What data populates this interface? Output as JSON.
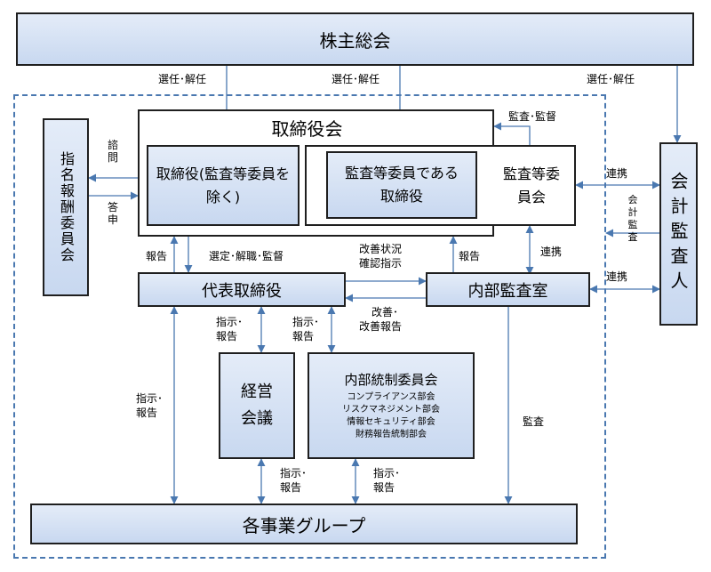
{
  "nodes": {
    "shareholders": "株主総会",
    "nomination": "指名報酬委員会",
    "board": "取締役会",
    "directors_excl": "取締役(監査等委員を除く)",
    "audit_directors": "監査等委員である取締役",
    "audit_committee": "監査等委員会",
    "auditor": "会計監査人",
    "president": "代表取締役",
    "internal_audit": "内部監査室",
    "mgmt_meeting": "経営会議",
    "internal_control": "内部統制委員会",
    "internal_control_subs": [
      "コンプライアンス部会",
      "リスクマネジメント部会",
      "情報セキュリティ部会",
      "財務報告統制部会"
    ],
    "business_groups": "各事業グループ"
  },
  "labels": {
    "select1": "選任･解任",
    "select2": "選任･解任",
    "select3": "選任･解任",
    "inquiry": "諮問",
    "answer": "答申",
    "audit_supervise": "監査･監督",
    "liaison1": "連携",
    "accounting_audit": "会計監査",
    "liaison2": "連携",
    "liaison3": "連携",
    "report1": "報告",
    "appoint_supervise": "選定･解職･監督",
    "improve_check1": "改善状況",
    "improve_check2": "確認指示",
    "report2": "報告",
    "improve1": "改善･",
    "improve2": "改善報告",
    "instruct_report": "指示･報告",
    "audit": "監査"
  },
  "colors": {
    "box_fill": "#c8d8f0",
    "line": "#4a78b0",
    "border": "#1f1f1f"
  }
}
